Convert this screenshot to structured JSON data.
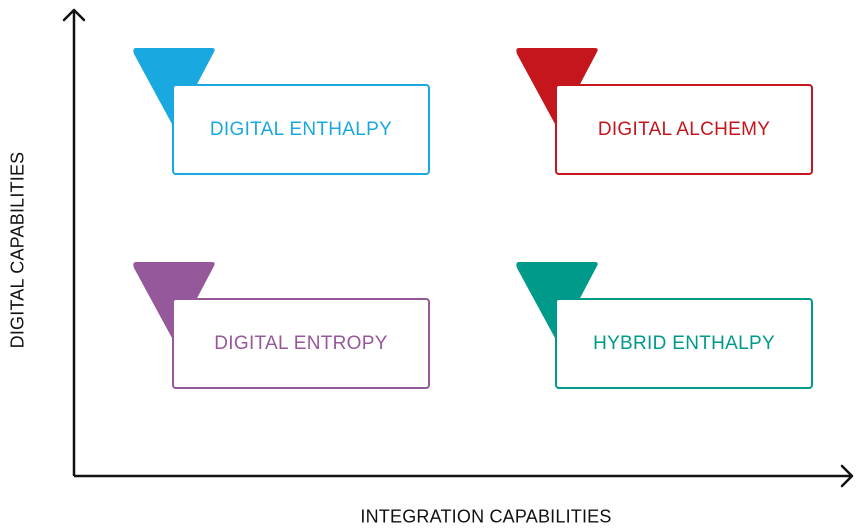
{
  "axes": {
    "y_label": "DIGITAL CAPABILITIES",
    "x_label": "INTEGRATION CAPABILITIES"
  },
  "quadrants": [
    {
      "label": "DIGITAL ENTHALPY",
      "color": "#19A8E0"
    },
    {
      "label": "DIGITAL ALCHEMY",
      "color": "#C4161C"
    },
    {
      "label": "DIGITAL ENTROPY",
      "color": "#95589A"
    },
    {
      "label": "HYBRID ENTHALPY",
      "color": "#009A8A"
    }
  ]
}
